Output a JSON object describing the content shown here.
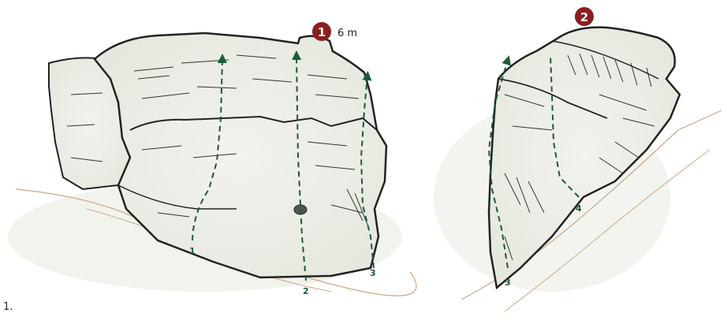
{
  "boulders": [
    {
      "marker": "1",
      "height": "6 m",
      "routes": [
        "1",
        "2",
        "3"
      ]
    },
    {
      "marker": "2",
      "height": "",
      "routes": [
        "3",
        "4"
      ]
    }
  ],
  "footnote": "1.",
  "colors": {
    "route_line": "#1a5a3a",
    "marker_fill": "#8b1e1e",
    "rock_outline": "#222222",
    "ground": "#c9a98a"
  }
}
